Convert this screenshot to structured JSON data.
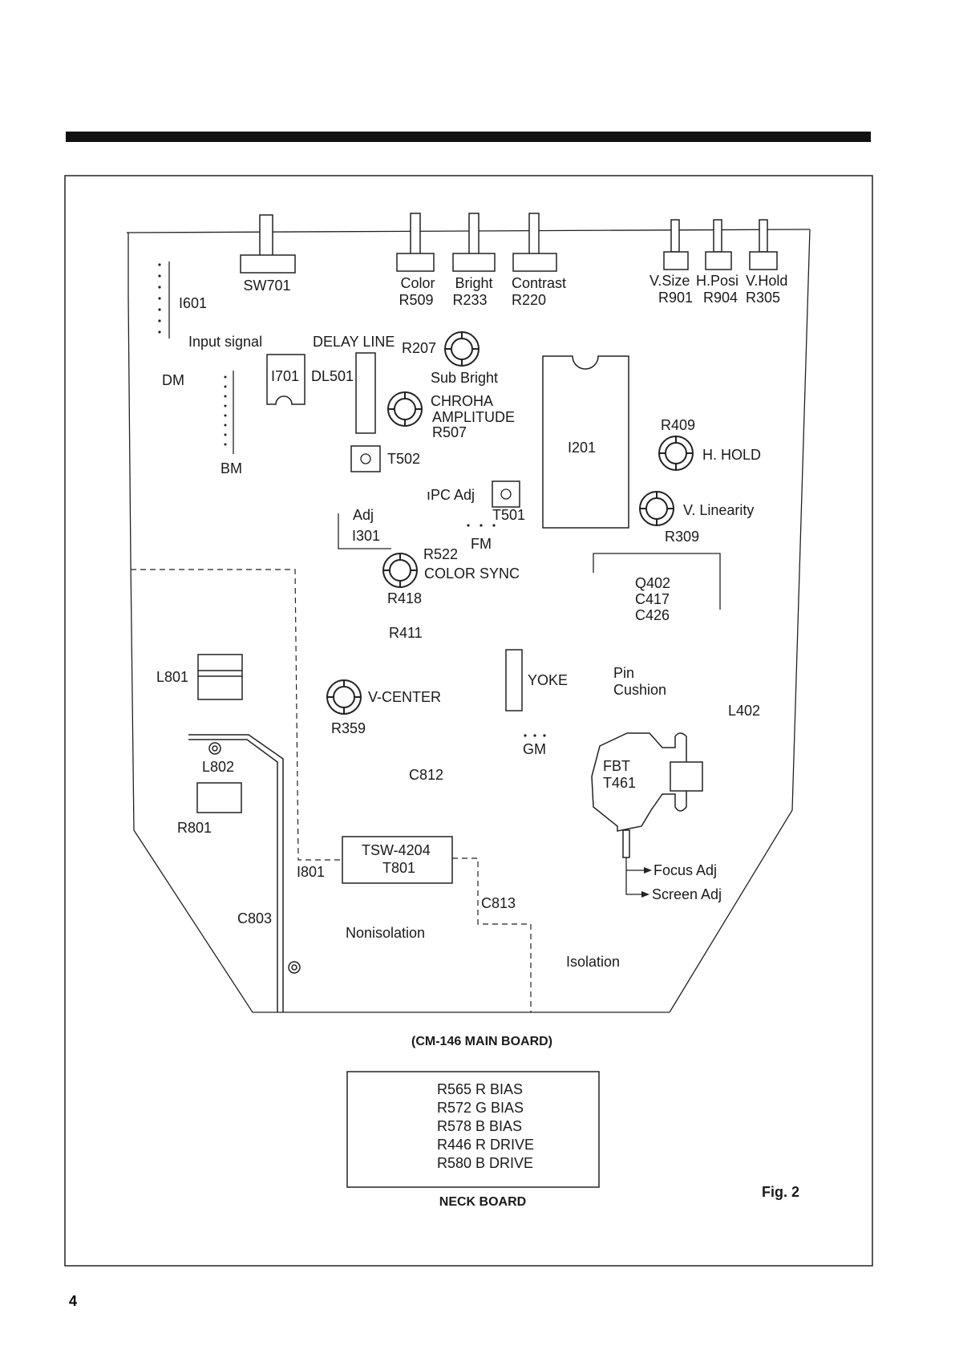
{
  "page_number": "4",
  "figure_label": "Fig. 2",
  "main_board_caption": "(CM-146 MAIN BOARD)",
  "neck_board_caption": "NECK BOARD",
  "neck_board_items": [
    "R565 R BIAS",
    "R572 G BIAS",
    "R578 B BIAS",
    "R446 R DRIVE",
    "R580 B DRIVE"
  ],
  "top_controls": {
    "sw701": "SW701",
    "color": {
      "name": "Color",
      "ref": "R509"
    },
    "bright": {
      "name": "Bright",
      "ref": "R233"
    },
    "contrast": {
      "name": "Contrast",
      "ref": "R220"
    },
    "vsize": {
      "name": "V.Size",
      "ref": "R901"
    },
    "hposi": {
      "name": "H.Posi",
      "ref": "R904"
    },
    "vhold": {
      "name": "V.Hold",
      "ref": "R305"
    }
  },
  "labels": {
    "i601": "I601",
    "input_signal": "Input signal",
    "delay_line": "DELAY LINE",
    "r207": "R207",
    "sub_bright": "Sub Bright",
    "dm": "DM",
    "i701": "I701",
    "dl501": "DL501",
    "chroha": "CHROHA",
    "amplitude": "AMPLITUDE",
    "r507": "R507",
    "bm": "BM",
    "t502": "T502",
    "i201": "I201",
    "r409": "R409",
    "h_hold": "H. HOLD",
    "apc_adj": "ıPC Adj",
    "t501": "T501",
    "adj": "Adj",
    "i301": "I301",
    "fm": "FM",
    "v_linearity": "V. Linearity",
    "r309": "R309",
    "r522": "R522",
    "color_sync": "COLOR SYNC",
    "r418": "R418",
    "q402": "Q402",
    "c417": "C417",
    "c426": "C426",
    "r411": "R411",
    "l801": "L801",
    "yoke": "YOKE",
    "pin": "Pin",
    "cushion": "Cushion",
    "v_center": "V-CENTER",
    "r359": "R359",
    "l402": "L402",
    "l802": "L802",
    "gm": "GM",
    "c812": "C812",
    "fbt": "FBT",
    "t461": "T461",
    "r801": "R801",
    "tsw": "TSW-4204",
    "t801": "T801",
    "i801": "I801",
    "focus_adj": "Focus Adj",
    "screen_adj": "Screen Adj",
    "c813": "C813",
    "c803": "C803",
    "nonisolation": "Nonisolation",
    "isolation": "Isolation"
  }
}
